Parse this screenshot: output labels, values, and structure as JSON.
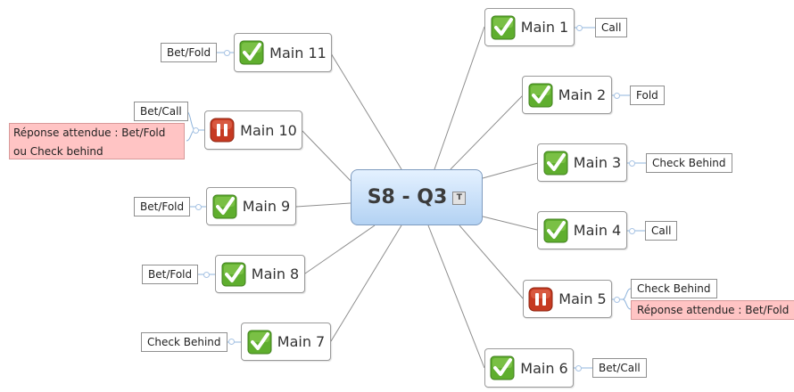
{
  "central": {
    "title": "S8 - Q3",
    "note_icon": "T"
  },
  "colors": {
    "check": "#5fae2e",
    "pause": "#c63a22",
    "pink_tag": "#ffc4c4",
    "central_top": "#e4f1ff",
    "central_bottom": "#b3d2f3"
  },
  "mains": {
    "m1": {
      "label": "Main 1",
      "icon": "check-icon"
    },
    "m2": {
      "label": "Main 2",
      "icon": "check-icon"
    },
    "m3": {
      "label": "Main 3",
      "icon": "check-icon"
    },
    "m4": {
      "label": "Main 4",
      "icon": "check-icon"
    },
    "m5": {
      "label": "Main 5",
      "icon": "pause-icon"
    },
    "m6": {
      "label": "Main 6",
      "icon": "check-icon"
    },
    "m7": {
      "label": "Main 7",
      "icon": "check-icon"
    },
    "m8": {
      "label": "Main 8",
      "icon": "check-icon"
    },
    "m9": {
      "label": "Main 9",
      "icon": "check-icon"
    },
    "m10": {
      "label": "Main 10",
      "icon": "pause-icon"
    },
    "m11": {
      "label": "Main 11",
      "icon": "check-icon"
    }
  },
  "answers": {
    "m1": "Call",
    "m2": "Fold",
    "m3": "Check Behind",
    "m4": "Call",
    "m5": "Check Behind",
    "m5_expected": "Réponse attendue : Bet/Fold",
    "m6": "Bet/Call",
    "m7": "Check Behind",
    "m8": "Bet/Fold",
    "m9": "Bet/Fold",
    "m10": "Bet/Call",
    "m10_expected": "Réponse attendue : Bet/Fold ou Check behind",
    "m11": "Bet/Fold"
  }
}
